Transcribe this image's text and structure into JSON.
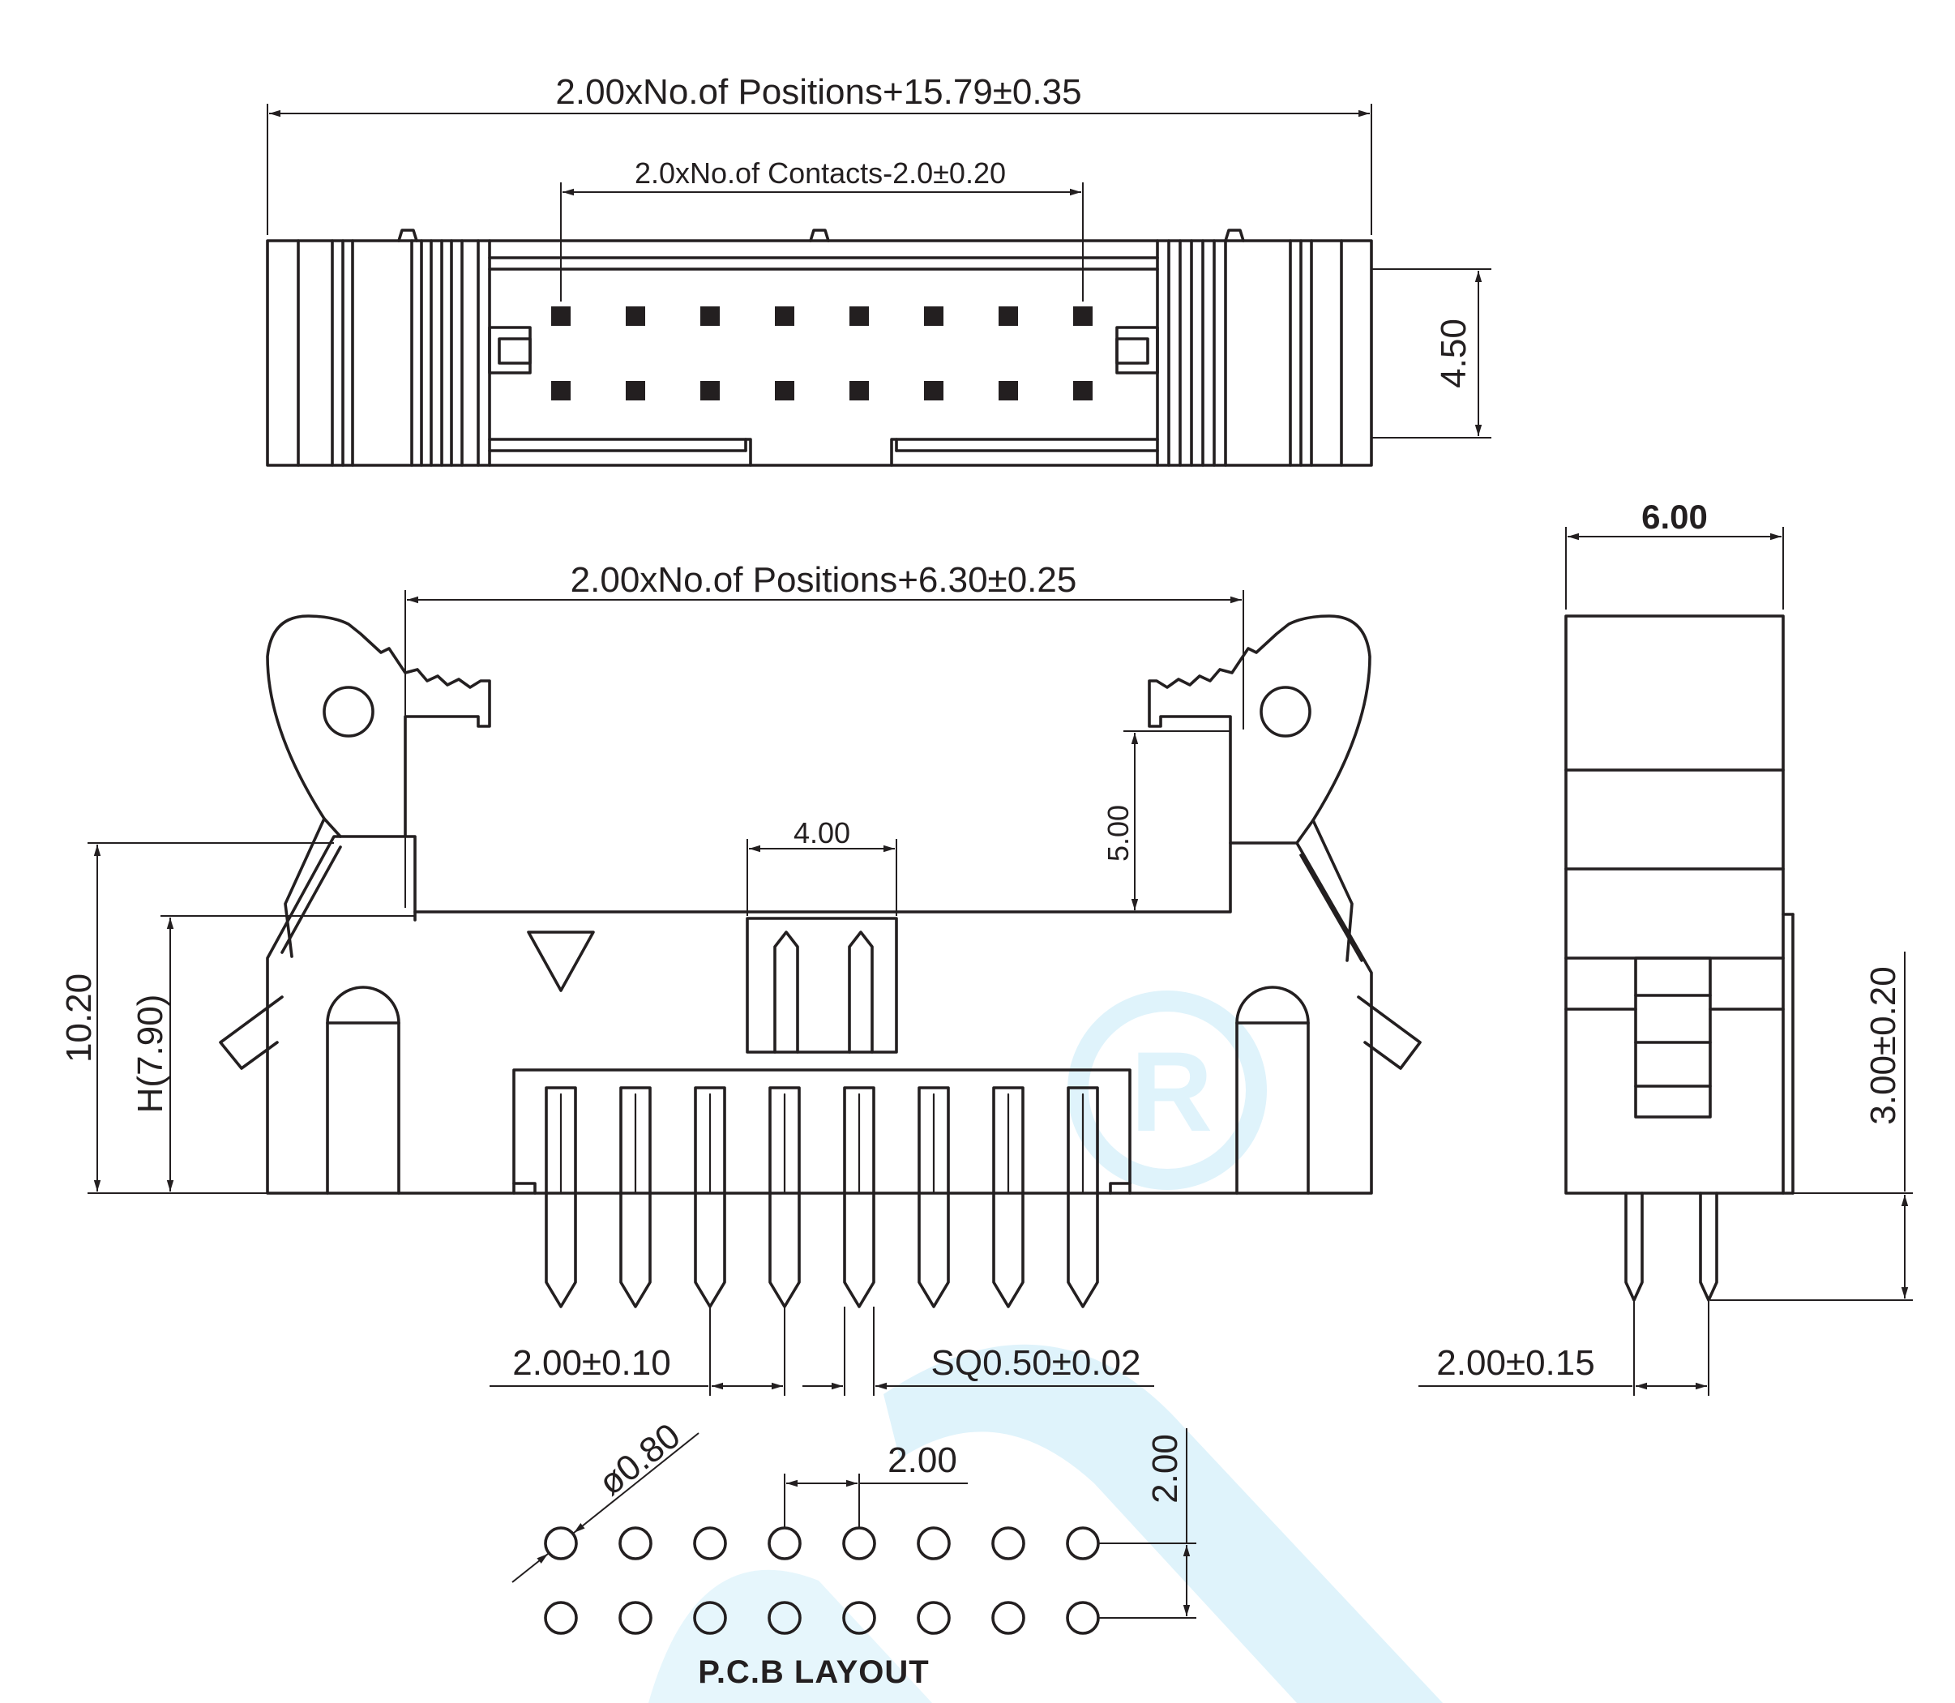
{
  "dimensions": {
    "overall_length": "2.00xNo.of  Positions+15.79±0.35",
    "contact_span": "2.0xNo.of  Contacts-2.0±0.20",
    "row_pitch_top": "4.50",
    "body_length": "2.00xNo.of  Positions+6.30±0.25",
    "latch_height": "5.00",
    "key_width": "4.00",
    "total_height": "10.20",
    "body_height": "H(7.90)",
    "pin_pitch": "2.00±0.10",
    "pin_square": "SQ0.50±0.02",
    "side_width": "6.00",
    "pin_length": "3.00±0.20",
    "side_pitch": "2.00±0.15",
    "hole_diameter": "ø0.80",
    "pcb_pitch_x": "2.00",
    "pcb_pitch_y": "2.00"
  },
  "labels": {
    "pcb_layout": "P.C.B  LAYOUT"
  },
  "colors": {
    "line": "#231f20",
    "watermark": "#dff3fb"
  },
  "counts": {
    "positions_per_row": 8,
    "rows": 2
  }
}
